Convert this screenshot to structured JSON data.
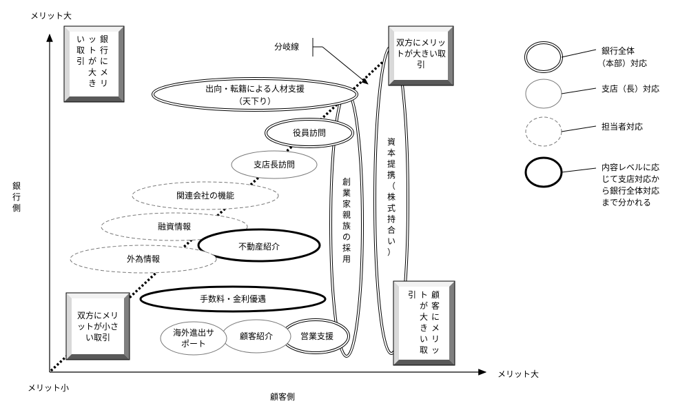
{
  "axes": {
    "y_top": "メリット大",
    "y_label": "銀行側",
    "origin": "メリット小",
    "x_right": "メリット大",
    "x_label": "顧客側"
  },
  "branch_label": "分岐線",
  "corner_boxes": {
    "top_left": "銀行にメリットが大きい取引",
    "top_right": "双方にメリットが大きい取引",
    "bottom_left": "双方にメリットが小さい取引",
    "bottom_right": "顧客にメリットが大きい取引"
  },
  "ellipses": {
    "haken": [
      "出向・転籍による人材支援",
      "（天下り）"
    ],
    "yakuin": "役員訪問",
    "shitencho": "支店長訪問",
    "kanren": "関連会社の機能",
    "yushi": "融資情報",
    "fudosan": "不動産紹介",
    "gaitame": "外為情報",
    "tesuryo": "手数料・金利優遇",
    "kaigai": [
      "海外進出サ",
      "ポート"
    ],
    "kokyaku": "顧客紹介",
    "eigyo": "営業支援",
    "sougyo": "創業家親族の採用",
    "shihon": "資本提携（株式持合い）"
  },
  "legend": [
    "銀行全体（本部）対応",
    "支店（長）対応",
    "担当者対応",
    "内容レベルに応じて支店対応から銀行全体対応まで分かれる"
  ]
}
